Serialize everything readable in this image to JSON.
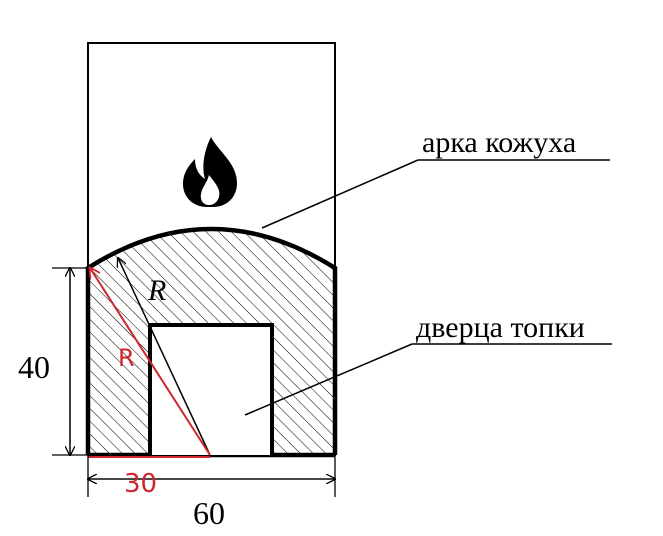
{
  "labels": {
    "arch": "арка кожуха",
    "door": "дверца топки",
    "radius_black": "R",
    "radius_red": "R",
    "height": "40",
    "width": "60",
    "half_width": "30"
  },
  "icons": {
    "flame": "flame-icon"
  },
  "colors": {
    "line": "#000000",
    "accent": "#d0252d",
    "background": "#ffffff"
  }
}
